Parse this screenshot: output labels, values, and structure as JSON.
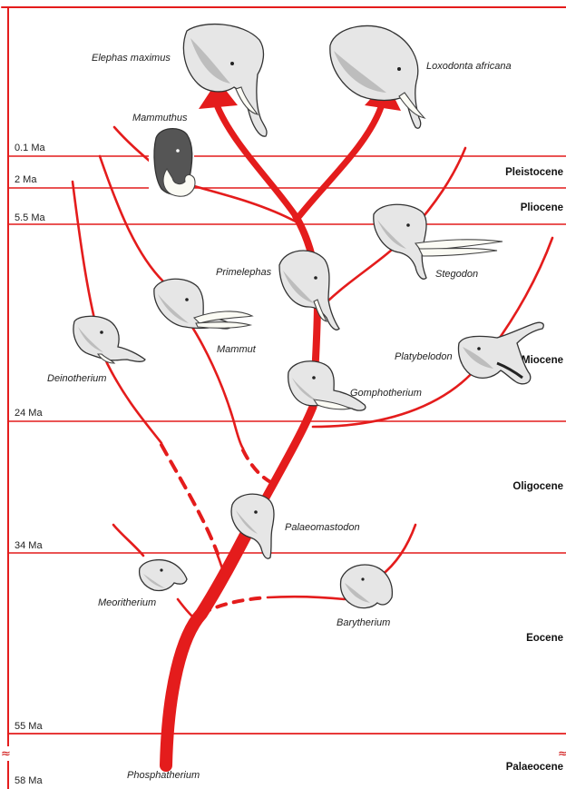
{
  "time_markers": [
    "0.1 Ma",
    "2 Ma",
    "5.5 Ma",
    "24 Ma",
    "34 Ma",
    "55 Ma",
    "58 Ma"
  ],
  "epochs": [
    "Pleistocene",
    "Pliocene",
    "Miocene",
    "Oligocene",
    "Eocene",
    "Palaeocene"
  ],
  "taxa": {
    "elephas": "Elephas maximus",
    "loxodonta": "Loxodonta africana",
    "mammuthus": "Mammuthus",
    "primelephas": "Primelephas",
    "stegodon": "Stegodon",
    "mammut": "Mammut",
    "platybelodon": "Platybelodon",
    "deinotherium": "Deinotherium",
    "gomphotherium": "Gomphotherium",
    "palaeomastodon": "Palaeomastodon",
    "meoritherium": "Meoritherium",
    "barytherium": "Barytherium",
    "phosphatherium": "Phosphatherium"
  },
  "axis_break_symbol": "≈",
  "colors": {
    "lineage": "#e41c1c",
    "text": "#222222"
  }
}
